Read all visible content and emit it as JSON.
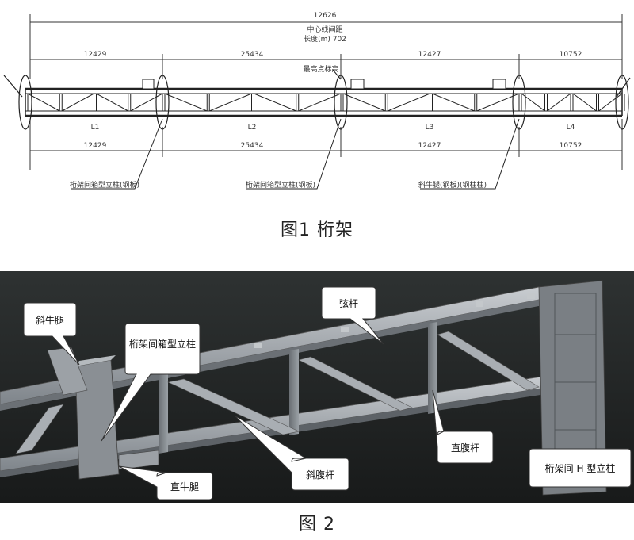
{
  "figure1": {
    "caption": "图1  桁架",
    "dimensions": {
      "total": "12626",
      "top_segments": [
        "12429",
        "25434",
        "12427",
        "10752"
      ],
      "bottom_segments": [
        "12429",
        "25434",
        "12427",
        "10752"
      ]
    },
    "span_labels": [
      "中心线间距",
      "长度(m)        702"
    ],
    "top_label": "最高点标高",
    "panel_labels": [
      "L1",
      "L2",
      "L3",
      "L4"
    ],
    "callouts": [
      "桁架间箱型立柱(钢板)",
      "桁架间箱型立柱(钢板)",
      "斜牛腿(钢板)(钢柱柱)"
    ]
  },
  "figure2": {
    "caption": "图 2",
    "callouts": {
      "oblique_corbel": "斜牛腿",
      "box_column": "桁架间箱型立柱",
      "chord": "弦杆",
      "vertical_web": "直腹杆",
      "diagonal_web": "斜腹杆",
      "straight_corbel": "直牛腿",
      "h_column": "桁架间 H 型立柱"
    }
  }
}
